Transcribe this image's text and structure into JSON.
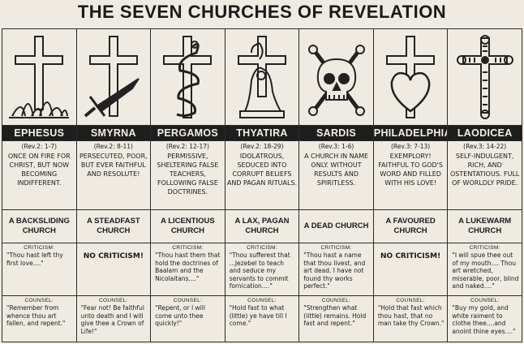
{
  "title": "THE SEVEN CHURCHES OF REVELATION",
  "criticism_label": "CRITICISM:",
  "counsel_label": "COUNSEL:",
  "churches": [
    {
      "name": "EPHESUS",
      "icon": "cross-with-grass-icon",
      "ref": "(Rev.2: 1-7)",
      "desc": "ONCE ON FIRE FOR CHRIST, BUT NOW BECOMING INDIFFERENT.",
      "type": "A BACKSLIDING CHURCH",
      "criticism": "\"Thou hast left thy first love....\"",
      "counsel": "\"Remember from whence thou art fallen, and repent.\""
    },
    {
      "name": "SMYRNA",
      "icon": "cross-with-sword-icon",
      "ref": "(Rev.2: 8-11)",
      "desc": "PERSECUTED, POOR, BUT EVER FAITHFUL AND RESOLUTE!",
      "type": "A STEADFAST CHURCH",
      "criticism": "NO CRITICISM!",
      "counsel": "\"Fear not! Be faithful unto death and I will give thee a Crown of Life!\""
    },
    {
      "name": "PERGAMOS",
      "icon": "cross-with-serpent-icon",
      "ref": "(Rev.2: 12-17)",
      "desc": "PERMISSIVE, SHELTERING FALSE TEACHERS, FOLLOWING FALSE DOCTRINES.",
      "type": "A LICENTIOUS CHURCH",
      "criticism": "\"Thou hast them that hold the doctrines of Baalam and the Nicolaitans....\"",
      "counsel": "\"Repent, or I will come unto thee quickly!\""
    },
    {
      "name": "THYATIRA",
      "icon": "cross-with-woman-icon",
      "ref": "(Rev.2: 18-29)",
      "desc": "IDOLATROUS, SEDUCED INTO CORRUPT BELIEFS AND PAGAN RITUALS.",
      "type": "A LAX, PAGAN CHURCH",
      "criticism": "\"Thou sufferest that ...Jezebel to teach and seduce my servants to commit fornication....\"",
      "counsel": "\"Hold fast to what (little) ye have till I come.\""
    },
    {
      "name": "SARDIS",
      "icon": "skull-crossbones-icon",
      "ref": "(Rev.3: 1-6)",
      "desc": "A CHURCH IN NAME ONLY. WITHOUT RESULTS AND SPIRITLESS.",
      "type": "A DEAD CHURCH",
      "criticism": "\"Thou hast a name that thou livest, and art dead. I have not found thy works perfect.\"",
      "counsel": "\"Strengthen what (little) remains. Hold fast and repent.\""
    },
    {
      "name": "PHILADELPHIA",
      "icon": "cross-with-heart-icon",
      "ref": "(Rev.3: 7-13)",
      "desc": "EXEMPLORY! FAITHFUL TO GOD'S WORD AND FILLED WITH HIS LOVE!",
      "type": "A FAVOURED CHURCH",
      "criticism": "NO CRITICISM!",
      "counsel": "\"Hold that fast which thou hast, that no man take thy Crown.\""
    },
    {
      "name": "LAODICEA",
      "icon": "ornate-cross-icon",
      "ref": "(Rev.3: 14-22)",
      "desc": "SELF-INDULGENT, RICH, AND OSTENTATIOUS. FULL OF WORLDLY PRIDE.",
      "type": "A LUKEWARM CHURCH",
      "criticism": "\"I will spue thee out of my mouth.... Thou art wretched, miserable, poor, blind and naked....\"",
      "counsel": "\"Buy my gold, and white raiment to clothe thee....and anoint thine eyes....\""
    }
  ]
}
